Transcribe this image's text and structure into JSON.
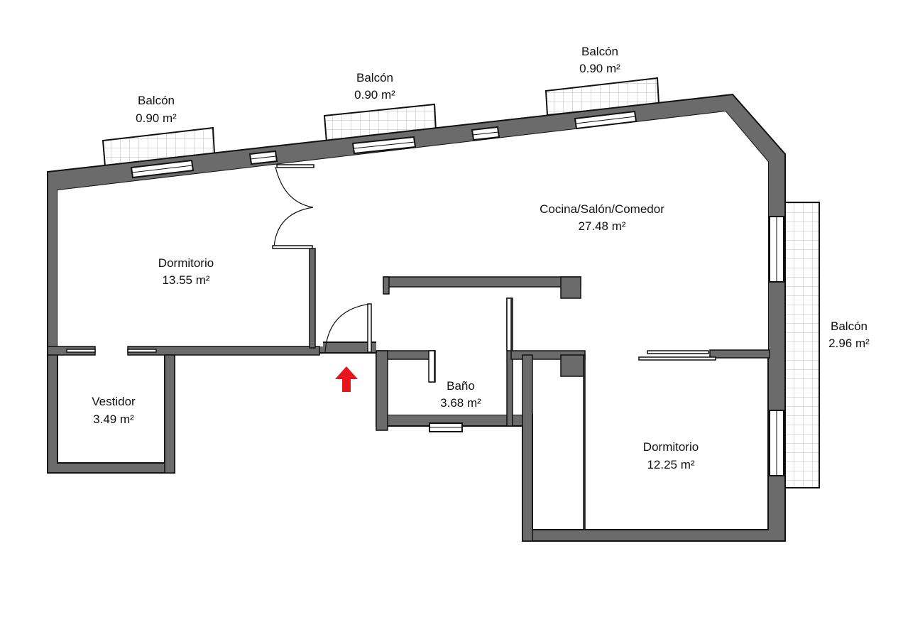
{
  "plan": {
    "rooms": [
      {
        "name": "Cocina/Salón/Comedor",
        "area": "27.48 m²"
      },
      {
        "name": "Dormitorio",
        "area": "13.55 m²"
      },
      {
        "name": "Vestidor",
        "area": "3.49 m²"
      },
      {
        "name": "Baño",
        "area": "3.68 m²"
      },
      {
        "name": "Dormitorio",
        "area": "12.25 m²"
      }
    ],
    "balconies": [
      {
        "name": "Balcón",
        "area": "0.90 m²"
      },
      {
        "name": "Balcón",
        "area": "0.90 m²"
      },
      {
        "name": "Balcón",
        "area": "0.90 m²"
      },
      {
        "name": "Balcón",
        "area": "2.96 m²"
      }
    ],
    "entrance_arrow_color": "#e8141b",
    "wall_color": "#6b6b6b"
  }
}
